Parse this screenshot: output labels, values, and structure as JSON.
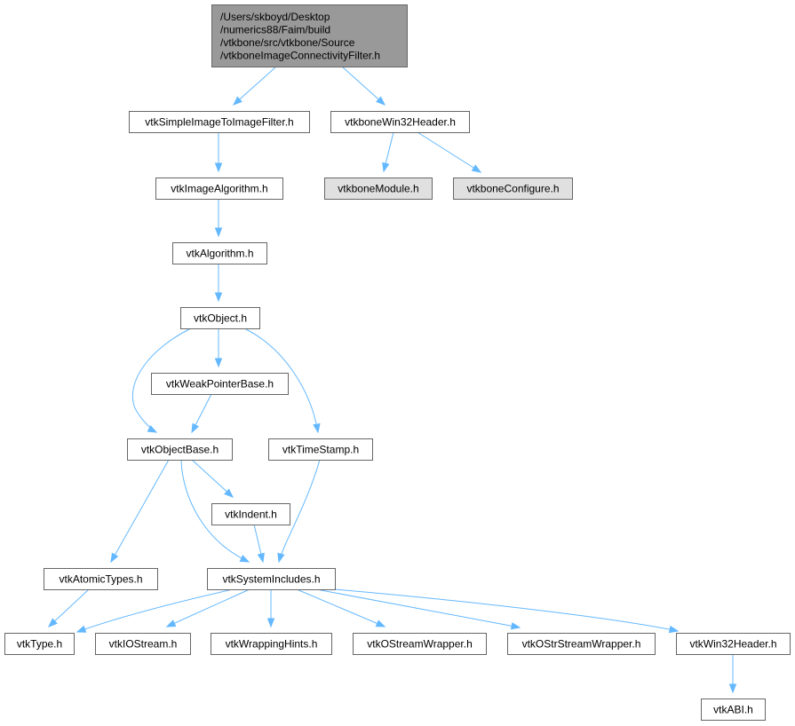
{
  "colors": {
    "root_fill": "#999999",
    "node_fill": "#ffffff",
    "external_fill": "#e0e0e0",
    "border": "#666666",
    "edge": "#63b8ff"
  },
  "nodes": [
    {
      "id": "root",
      "lines": [
        "/Users/skboyd/Desktop",
        "/numerics88/Faim/build",
        "/vtkbone/src/vtkbone/Source",
        "/vtkboneImageConnectivityFilter.h"
      ],
      "kind": "root"
    },
    {
      "id": "simple",
      "lines": [
        "vtkSimpleImageToImageFilter.h"
      ],
      "kind": "normal"
    },
    {
      "id": "win32bone",
      "lines": [
        "vtkboneWin32Header.h"
      ],
      "kind": "normal"
    },
    {
      "id": "bonemodule",
      "lines": [
        "vtkboneModule.h"
      ],
      "kind": "external"
    },
    {
      "id": "boneconfigure",
      "lines": [
        "vtkboneConfigure.h"
      ],
      "kind": "external"
    },
    {
      "id": "imagealgo",
      "lines": [
        "vtkImageAlgorithm.h"
      ],
      "kind": "normal"
    },
    {
      "id": "algo",
      "lines": [
        "vtkAlgorithm.h"
      ],
      "kind": "normal"
    },
    {
      "id": "object",
      "lines": [
        "vtkObject.h"
      ],
      "kind": "normal"
    },
    {
      "id": "weak",
      "lines": [
        "vtkWeakPointerBase.h"
      ],
      "kind": "normal"
    },
    {
      "id": "objectbase",
      "lines": [
        "vtkObjectBase.h"
      ],
      "kind": "normal"
    },
    {
      "id": "timestamp",
      "lines": [
        "vtkTimeStamp.h"
      ],
      "kind": "normal"
    },
    {
      "id": "indent",
      "lines": [
        "vtkIndent.h"
      ],
      "kind": "normal"
    },
    {
      "id": "atomic",
      "lines": [
        "vtkAtomicTypes.h"
      ],
      "kind": "normal"
    },
    {
      "id": "sysinc",
      "lines": [
        "vtkSystemIncludes.h"
      ],
      "kind": "normal"
    },
    {
      "id": "type",
      "lines": [
        "vtkType.h"
      ],
      "kind": "normal"
    },
    {
      "id": "iostream",
      "lines": [
        "vtkIOStream.h"
      ],
      "kind": "normal"
    },
    {
      "id": "wrapping",
      "lines": [
        "vtkWrappingHints.h"
      ],
      "kind": "normal"
    },
    {
      "id": "ostream",
      "lines": [
        "vtkOStreamWrapper.h"
      ],
      "kind": "normal"
    },
    {
      "id": "ostrstream",
      "lines": [
        "vtkOStrStreamWrapper.h"
      ],
      "kind": "normal"
    },
    {
      "id": "win32",
      "lines": [
        "vtkWin32Header.h"
      ],
      "kind": "normal"
    },
    {
      "id": "abi",
      "lines": [
        "vtkABI.h"
      ],
      "kind": "normal"
    }
  ],
  "edges": [
    {
      "from": "root",
      "to": "simple"
    },
    {
      "from": "root",
      "to": "win32bone"
    },
    {
      "from": "simple",
      "to": "imagealgo"
    },
    {
      "from": "win32bone",
      "to": "bonemodule"
    },
    {
      "from": "win32bone",
      "to": "boneconfigure"
    },
    {
      "from": "imagealgo",
      "to": "algo"
    },
    {
      "from": "algo",
      "to": "object"
    },
    {
      "from": "object",
      "to": "weak"
    },
    {
      "from": "object",
      "to": "objectbase"
    },
    {
      "from": "object",
      "to": "timestamp"
    },
    {
      "from": "weak",
      "to": "objectbase"
    },
    {
      "from": "objectbase",
      "to": "indent"
    },
    {
      "from": "objectbase",
      "to": "atomic"
    },
    {
      "from": "objectbase",
      "to": "sysinc"
    },
    {
      "from": "indent",
      "to": "sysinc"
    },
    {
      "from": "timestamp",
      "to": "sysinc"
    },
    {
      "from": "atomic",
      "to": "type"
    },
    {
      "from": "sysinc",
      "to": "type"
    },
    {
      "from": "sysinc",
      "to": "iostream"
    },
    {
      "from": "sysinc",
      "to": "wrapping"
    },
    {
      "from": "sysinc",
      "to": "ostream"
    },
    {
      "from": "sysinc",
      "to": "ostrstream"
    },
    {
      "from": "sysinc",
      "to": "win32"
    },
    {
      "from": "win32",
      "to": "abi"
    }
  ]
}
